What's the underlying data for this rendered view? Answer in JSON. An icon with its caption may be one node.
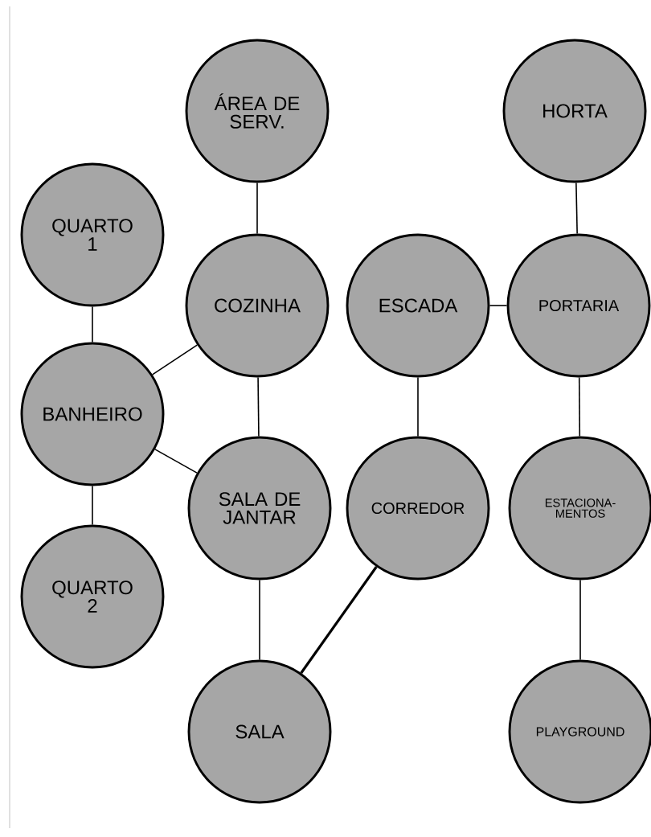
{
  "diagram": {
    "nodes": [
      {
        "text": [
          "ÁREA DE SERV."
        ]
      },
      {
        "text": [
          "HORTA"
        ]
      },
      {
        "text": [
          "QUARTO 1"
        ]
      },
      {
        "text": [
          "COZINHA"
        ]
      },
      {
        "text": [
          "ESCADA"
        ]
      },
      {
        "text": [
          "PORTARIA"
        ]
      },
      {
        "text": [
          "BANHEIRO"
        ]
      },
      {
        "text": [
          "SALA DE JANTAR"
        ]
      },
      {
        "text": [
          "CORREDOR"
        ]
      },
      {
        "text": [
          "ESTACIONA- MENTOS"
        ]
      },
      {
        "text": [
          "QUARTO 2"
        ]
      },
      {
        "text": [
          "SALA"
        ]
      },
      {
        "text": [
          "PLAYGROUND"
        ]
      }
    ],
    "edges": [
      {
        "from": 0,
        "to": 3,
        "arrow": "none"
      },
      {
        "from": 1,
        "to": 5,
        "arrow": "none"
      },
      {
        "from": 2,
        "to": 6,
        "arrow": "none"
      },
      {
        "from": 3,
        "to": 6,
        "arrow": "none"
      },
      {
        "from": 3,
        "to": 7,
        "arrow": "none"
      },
      {
        "from": 4,
        "to": 5,
        "arrow": "none"
      },
      {
        "from": 4,
        "to": 8,
        "arrow": "none"
      },
      {
        "from": 5,
        "to": 9,
        "arrow": "none"
      },
      {
        "from": 6,
        "to": 7,
        "arrow": "none"
      },
      {
        "from": 6,
        "to": 10,
        "arrow": "none"
      },
      {
        "from": 7,
        "to": 11,
        "arrow": "none"
      },
      {
        "from": 8,
        "to": 11,
        "arrow": "none",
        "style": "thick"
      },
      {
        "from": 9,
        "to": 12,
        "arrow": "none"
      }
    ]
  }
}
